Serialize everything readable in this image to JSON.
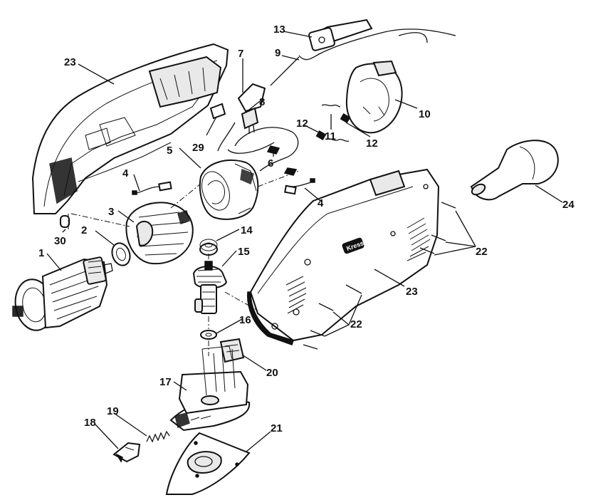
{
  "callouts": {
    "n1": "1",
    "n2": "2",
    "n3": "3",
    "n4a": "4",
    "n4b": "4",
    "n5": "5",
    "n6": "6",
    "n7": "7",
    "n8": "8",
    "n9": "9",
    "n10": "10",
    "n11": "11",
    "n12a": "12",
    "n12b": "12",
    "n13": "13",
    "n14": "14",
    "n15": "15",
    "n16": "16",
    "n17": "17",
    "n18": "18",
    "n19": "19",
    "n20": "20",
    "n21": "21",
    "n22a": "22",
    "n22b": "22",
    "n23a": "23",
    "n23b": "23",
    "n24": "24",
    "n29": "29",
    "n30": "30"
  },
  "housing_logo": "Kress"
}
